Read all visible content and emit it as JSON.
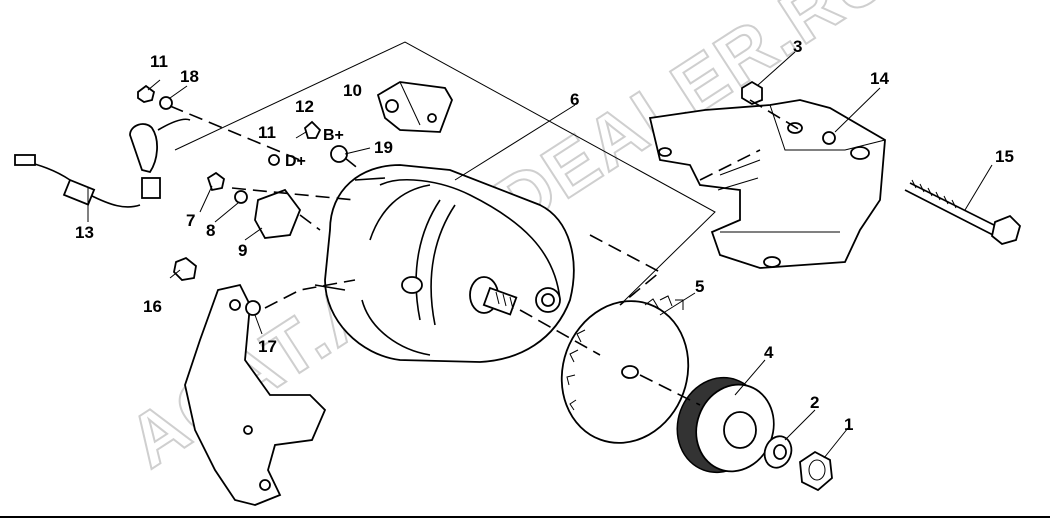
{
  "watermark": "ACAT.AUTODEALER.RU",
  "terminals": {
    "b_plus": "B+",
    "d_plus": "D+"
  },
  "callouts": {
    "n1": "1",
    "n2": "2",
    "n3": "3",
    "n4": "4",
    "n5": "5",
    "n6": "6",
    "n7": "7",
    "n8": "8",
    "n9": "9",
    "n10": "10",
    "n11a": "11",
    "n11b": "11",
    "n12": "12",
    "n13": "13",
    "n14": "14",
    "n15": "15",
    "n16": "16",
    "n17": "17",
    "n18": "18",
    "n19": "19"
  }
}
